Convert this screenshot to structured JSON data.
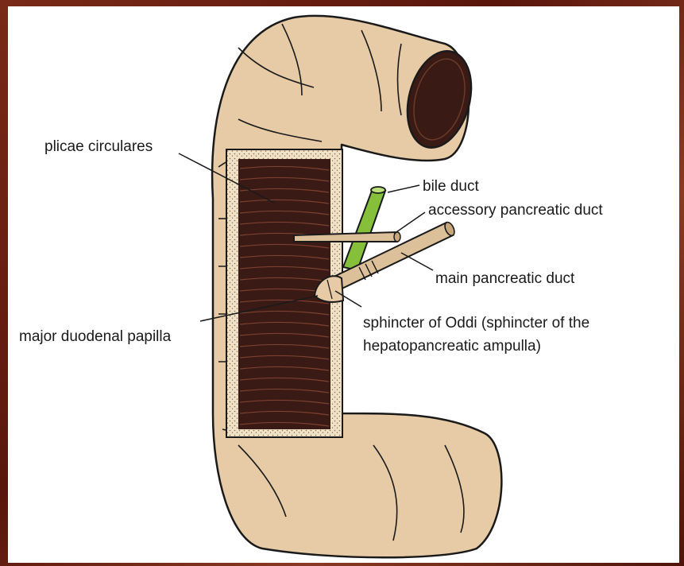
{
  "labels": {
    "plicae_circulares": "plicae circulares",
    "bile_duct": "bile duct",
    "accessory_pancreatic_duct": "accessory pancreatic duct",
    "main_pancreatic_duct": "main pancreatic duct",
    "major_duodenal_papilla": "major duodenal papilla",
    "sphincter_line1": "sphincter of Oddi (sphincter of the",
    "sphincter_line2": "hepatopancreatic ampulla)"
  },
  "colors": {
    "duodenum_wall": "#e7cba6",
    "mucosa": "#3a1a14",
    "bile_duct": "#86bf3a",
    "pancreatic_duct": "#dcc09a",
    "frame": "#6b1f12"
  }
}
